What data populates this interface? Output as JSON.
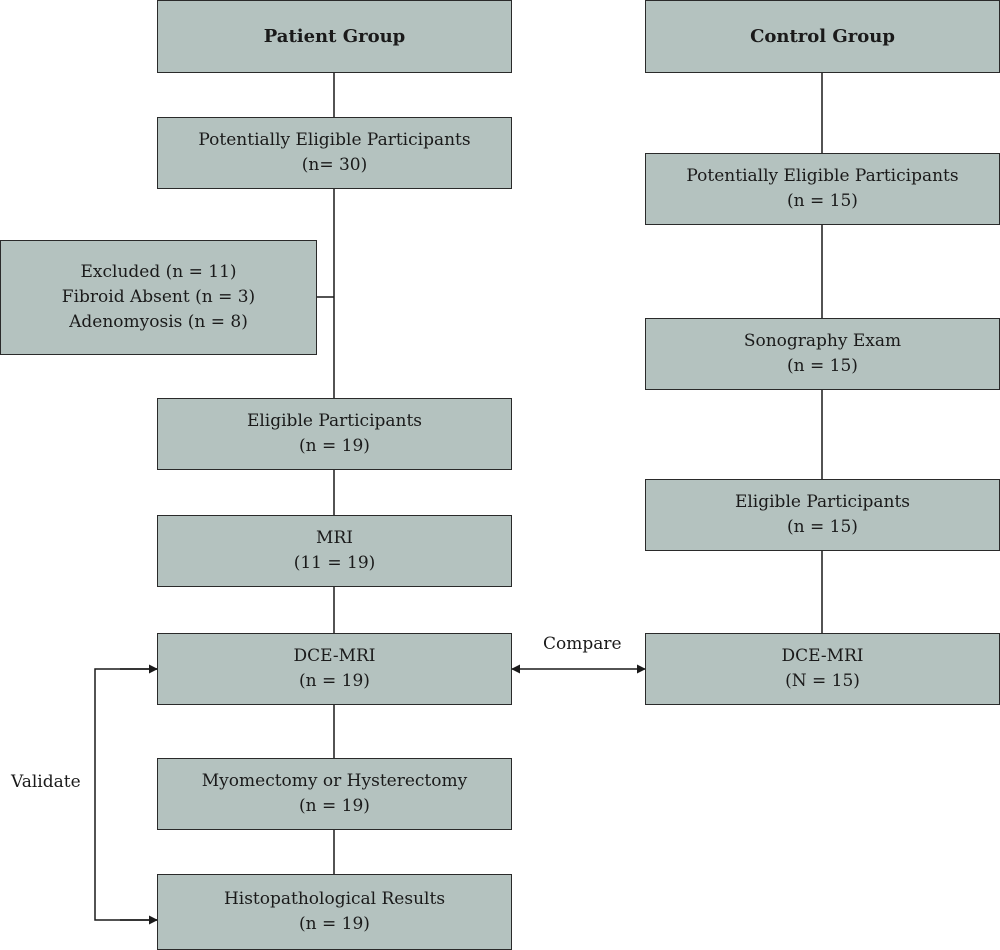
{
  "patient": {
    "header": "Patient Group",
    "potential": {
      "label": "Potentially Eligible Participants",
      "count": "(n= 30)"
    },
    "excluded": {
      "line1": "Excluded (n = 11)",
      "line2": "Fibroid Absent (n = 3)",
      "line3": "Adenomyosis (n = 8)"
    },
    "eligible": {
      "label": "Eligible Participants",
      "count": "(n = 19)"
    },
    "mri": {
      "label": "MRI",
      "count": "(11 = 19)"
    },
    "dce": {
      "label": "DCE-MRI",
      "count": "(n = 19)"
    },
    "surgery": {
      "label": "Myomectomy or Hysterectomy",
      "count": "(n = 19)"
    },
    "histo": {
      "label": "Histopathological Results",
      "count": "(n = 19)"
    }
  },
  "control": {
    "header": "Control Group",
    "potential": {
      "label": "Potentially Eligible Participants",
      "count": "(n = 15)"
    },
    "sonography": {
      "label": "Sonography Exam",
      "count": "(n = 15)"
    },
    "eligible": {
      "label": "Eligible Participants",
      "count": "(n = 15)"
    },
    "dce": {
      "label": "DCE-MRI",
      "count": "(N = 15)"
    }
  },
  "labels": {
    "compare": "Compare",
    "validate": "Validate"
  },
  "colors": {
    "box_fill": "#b4c2bf",
    "stroke": "#2a2a2a"
  }
}
